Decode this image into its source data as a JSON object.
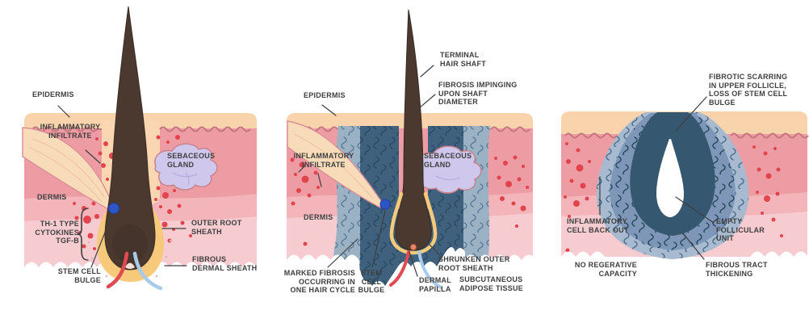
{
  "figure": {
    "description_labels_only": "Three-stage hair follicle fibrosis illustration",
    "panels": [
      {
        "name": "panel-1-early-inflammation",
        "labels": {
          "epidermis": "EPIDERMIS",
          "inflammatory_infiltrate": "INFLAMMATORY\nINFILTRATE",
          "sebaceous_gland": "SEBACEOUS\nGLAND",
          "dermis": "DERMIS",
          "th1_cytokines": "TH-1 TYPE\nCYTOKINES\nTGF-B",
          "stem_cell_bulge": "STEM CELL\nBULGE",
          "outer_root_sheath": "OUTER ROOT\nSHEATH",
          "fibrous_dermal_sheath": "FIBROUS\nDERMAL SHEATH"
        }
      },
      {
        "name": "panel-2-progressive-fibrosis",
        "labels": {
          "terminal_hair_shaft": "TERMINAL\nHAIR SHAFT",
          "fibrosis_impinging": "FIBROSIS IMPINGING\nUPON SHAFT\nDIAMETER",
          "epidermis": "EPIDERMIS",
          "inflammatory_infiltrate": "INFLAMMATORY\nINFILTRATE",
          "sebaceous_gland": "SEBACEOUS\nGLAND",
          "dermis": "DERMIS",
          "marked_fibrosis": "MARKED FIBROSIS\nOCCURRING IN\nONE HAIR CYCLE",
          "stem_cell_bulge": "STEM\nCELL\nBULGE",
          "dermal_papilla": "DERMAL\nPAPILLA",
          "shrunken_outer_root_sheath": "SHRUNKEN OUTER\nROOT SHEATH",
          "subcutaneous_adipose_tissue": "SUBCUTANEOUS\nADIPOSE TISSUE"
        }
      },
      {
        "name": "panel-3-end-stage-scarring",
        "labels": {
          "fibrotic_scarring": "FIBROTIC SCARRING\nIN UPPER FOLLICLE,\nLOSS OF STEM CELL\nBULGE",
          "inflammatory_cell_back_out": "INFLAMMATORY\nCELL BACK OUT",
          "empty_follicular_unit": "EMPTY\nFOLLICULAR\nUNIT",
          "no_regerative_capacity": "NO REGERATIVE\nCAPACITY",
          "fibrous_tract_thickening": "FIBROUS TRACT\nTHICKENING"
        }
      }
    ],
    "colors": {
      "background": "#FFFFFF",
      "label_text": "#3E3E3E",
      "epidermis_peach": "#F9D3AC",
      "follicle_canal_peach": "#FAD6B2",
      "wavy_line_rose": "#C4767F",
      "dermis_upper_pink": "#EE9CA3",
      "dermis_mid_pink": "#F3B4BA",
      "dermis_lower_pink": "#F7CCD0",
      "inflammatory_cell_red": "#E2444E",
      "hair_brown": "#4B3930",
      "hair_outline": "#3A2C24",
      "sebaceous_lavender": "#CFC7EC",
      "sebaceous_outline": "#C9848F",
      "outer_root_sheath_yellow": "#F7C97B",
      "stem_cell_bulge_blue": "#2E55C8",
      "muscle_cream": "#F8DCB9",
      "muscle_outline": "#DB9099",
      "fibrosis_light_blue": "#9BB2C5",
      "fibrosis_dark_slate": "#3F617D",
      "scar_outer_blue": "#A7BACF",
      "scar_mid_blue": "#7E97B8",
      "scar_dark_blue": "#35576F",
      "vessel_red": "#DF4B51",
      "vessel_blue": "#A9CBEA",
      "papilla_orange": "#E4876A"
    }
  }
}
